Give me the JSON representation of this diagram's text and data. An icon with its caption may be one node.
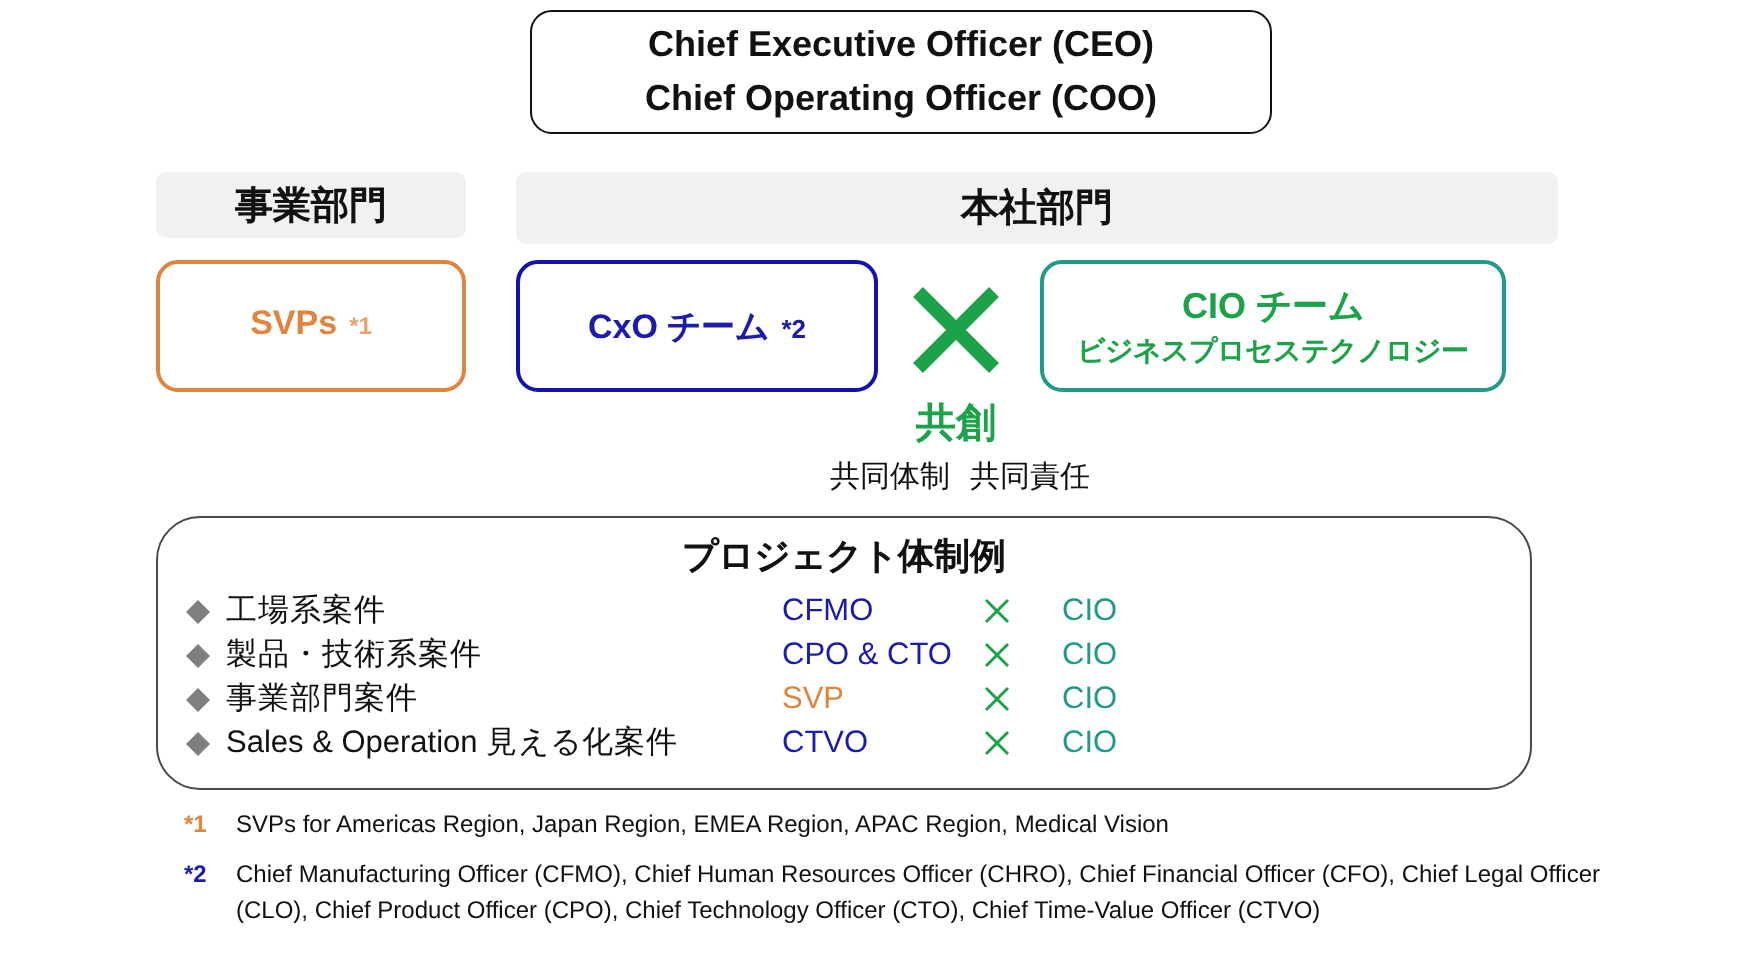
{
  "diagram": {
    "nodes": [
      {
        "text": [
          "Chief Executive Officer (CEO)",
          "Chief Operating Officer (COO)"
        ]
      },
      {
        "text": [
          "事業部門"
        ]
      },
      {
        "text": [
          "本社部門"
        ]
      },
      {
        "text": [
          "SVPs",
          "*1"
        ]
      },
      {
        "text": [
          "CxO チーム",
          "*2"
        ]
      },
      {
        "text": [
          "CIO チーム",
          "ビジネスプロセステクノロジー"
        ]
      },
      {
        "text": [
          "プロジェクト体制例",
          "工場系案件",
          "CFMO",
          "CIO",
          "製品・技術系案件",
          "CPO & CTO",
          "CIO",
          "事業部門案件",
          "SVP",
          "CIO",
          "Sales & Operation 見える化案件",
          "CTVO",
          "CIO"
        ]
      }
    ],
    "labels": [
      "共創",
      "共同体制 共同責任",
      "*1",
      "SVPs for Americas Region, Japan Region, EMEA Region, APAC Region, Medical Vision",
      "*2",
      "Chief Manufacturing Officer (CFMO), Chief Human Resources Officer (CHRO), Chief Financial Officer (CFO), Chief Legal Officer (CLO), Chief Product Officer (CPO), Chief Technology Officer (CTO), Chief Time-Value Officer (CTVO)"
    ]
  }
}
